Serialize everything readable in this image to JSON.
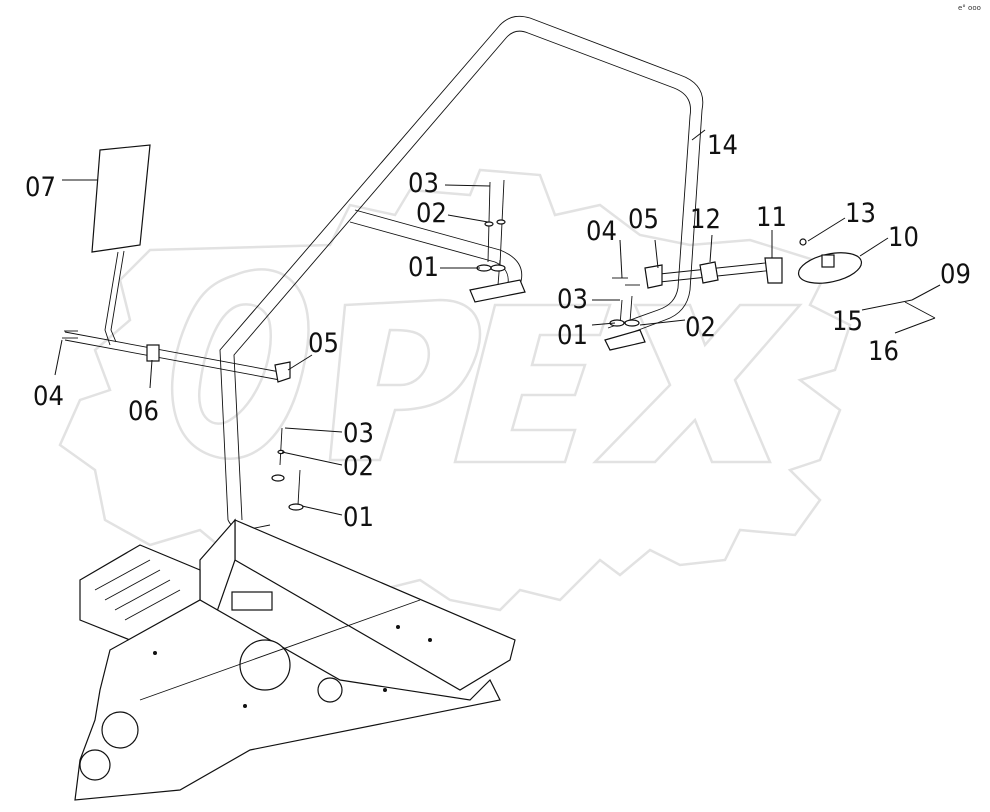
{
  "watermark": {
    "text": "OPEX",
    "color": "#e2e2e2"
  },
  "corner_mark": "e° ooo",
  "callouts": {
    "c01a": "01",
    "c02a": "02",
    "c03a": "03",
    "c01b": "01",
    "c02b": "02",
    "c03b": "03",
    "c01c": "01",
    "c02c": "02",
    "c03c": "03",
    "c04a": "04",
    "c04b": "04",
    "c05a": "05",
    "c05b": "05",
    "c06": "06",
    "c07": "07",
    "c09": "09",
    "c10": "10",
    "c11": "11",
    "c12": "12",
    "c13": "13",
    "c14": "14",
    "c15": "15",
    "c16": "16"
  }
}
